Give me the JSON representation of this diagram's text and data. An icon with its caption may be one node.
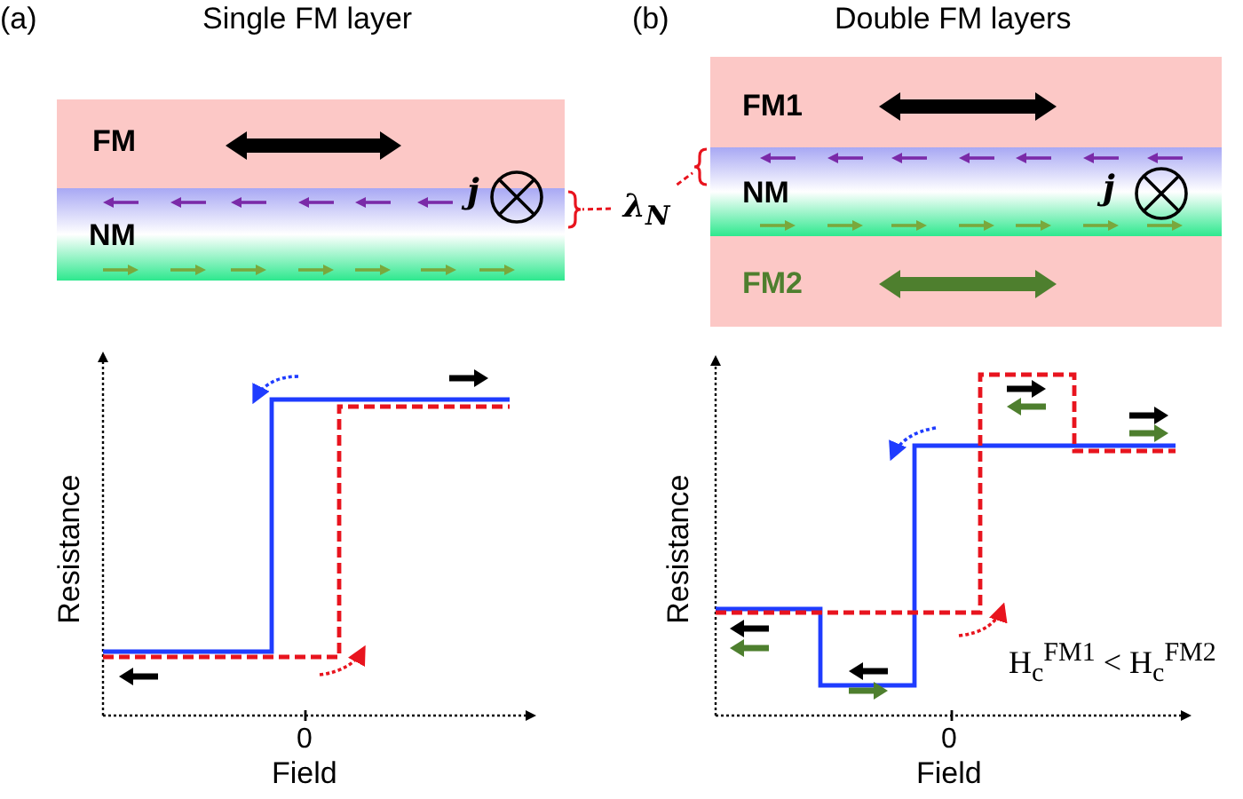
{
  "diagram": {
    "nodes": [
      {
        "text": [
          "FM"
        ]
      },
      {
        "text": [
          "NM"
        ]
      },
      {
        "text": [
          "FM1"
        ]
      },
      {
        "text": [
          "NM"
        ]
      },
      {
        "text": [
          "FM2"
        ]
      },
      {
        "text": [
          "λ$_{N}$"
        ]
      },
      {
        "text": [],
        "shape": "bracket"
      },
      {
        "text": [],
        "shape": "bracket"
      }
    ],
    "edges": [
      {
        "from": 5,
        "to": 6,
        "arrow": "none",
        "style": "dashed"
      },
      {
        "from": 5,
        "to": 7,
        "arrow": "none",
        "style": "dashed"
      }
    ],
    "labels": [
      "(a)",
      "Single FM layer",
      "(b)",
      "Double FM layers",
      "j",
      "j",
      "Resistance",
      "0",
      "Field",
      "Resistance",
      "H$_{c}$$^{FM1}$ < H$_{c}$$^{FM2}$",
      "0",
      "Field"
    ]
  }
}
